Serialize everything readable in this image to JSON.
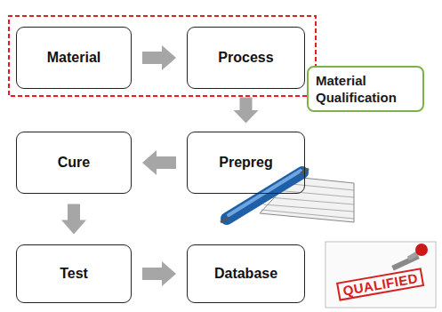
{
  "diagram": {
    "nodes": [
      {
        "text": [
          "Material"
        ]
      },
      {
        "text": [
          "Process"
        ]
      },
      {
        "text": [
          "Material Qualification"
        ]
      },
      {
        "text": [
          "Cure"
        ]
      },
      {
        "text": [
          "Prepreg"
        ]
      },
      {
        "text": [
          "Test"
        ]
      },
      {
        "text": [
          "Database"
        ]
      }
    ],
    "edges": [
      {
        "from": 0,
        "to": 1,
        "arrow": "to"
      },
      {
        "from": 1,
        "to": 4,
        "arrow": "to"
      },
      {
        "from": 4,
        "to": 3,
        "arrow": "to"
      },
      {
        "from": 3,
        "to": 5,
        "arrow": "to"
      },
      {
        "from": 5,
        "to": 6,
        "arrow": "to"
      }
    ],
    "labels": [
      "QUALIFIED"
    ]
  }
}
